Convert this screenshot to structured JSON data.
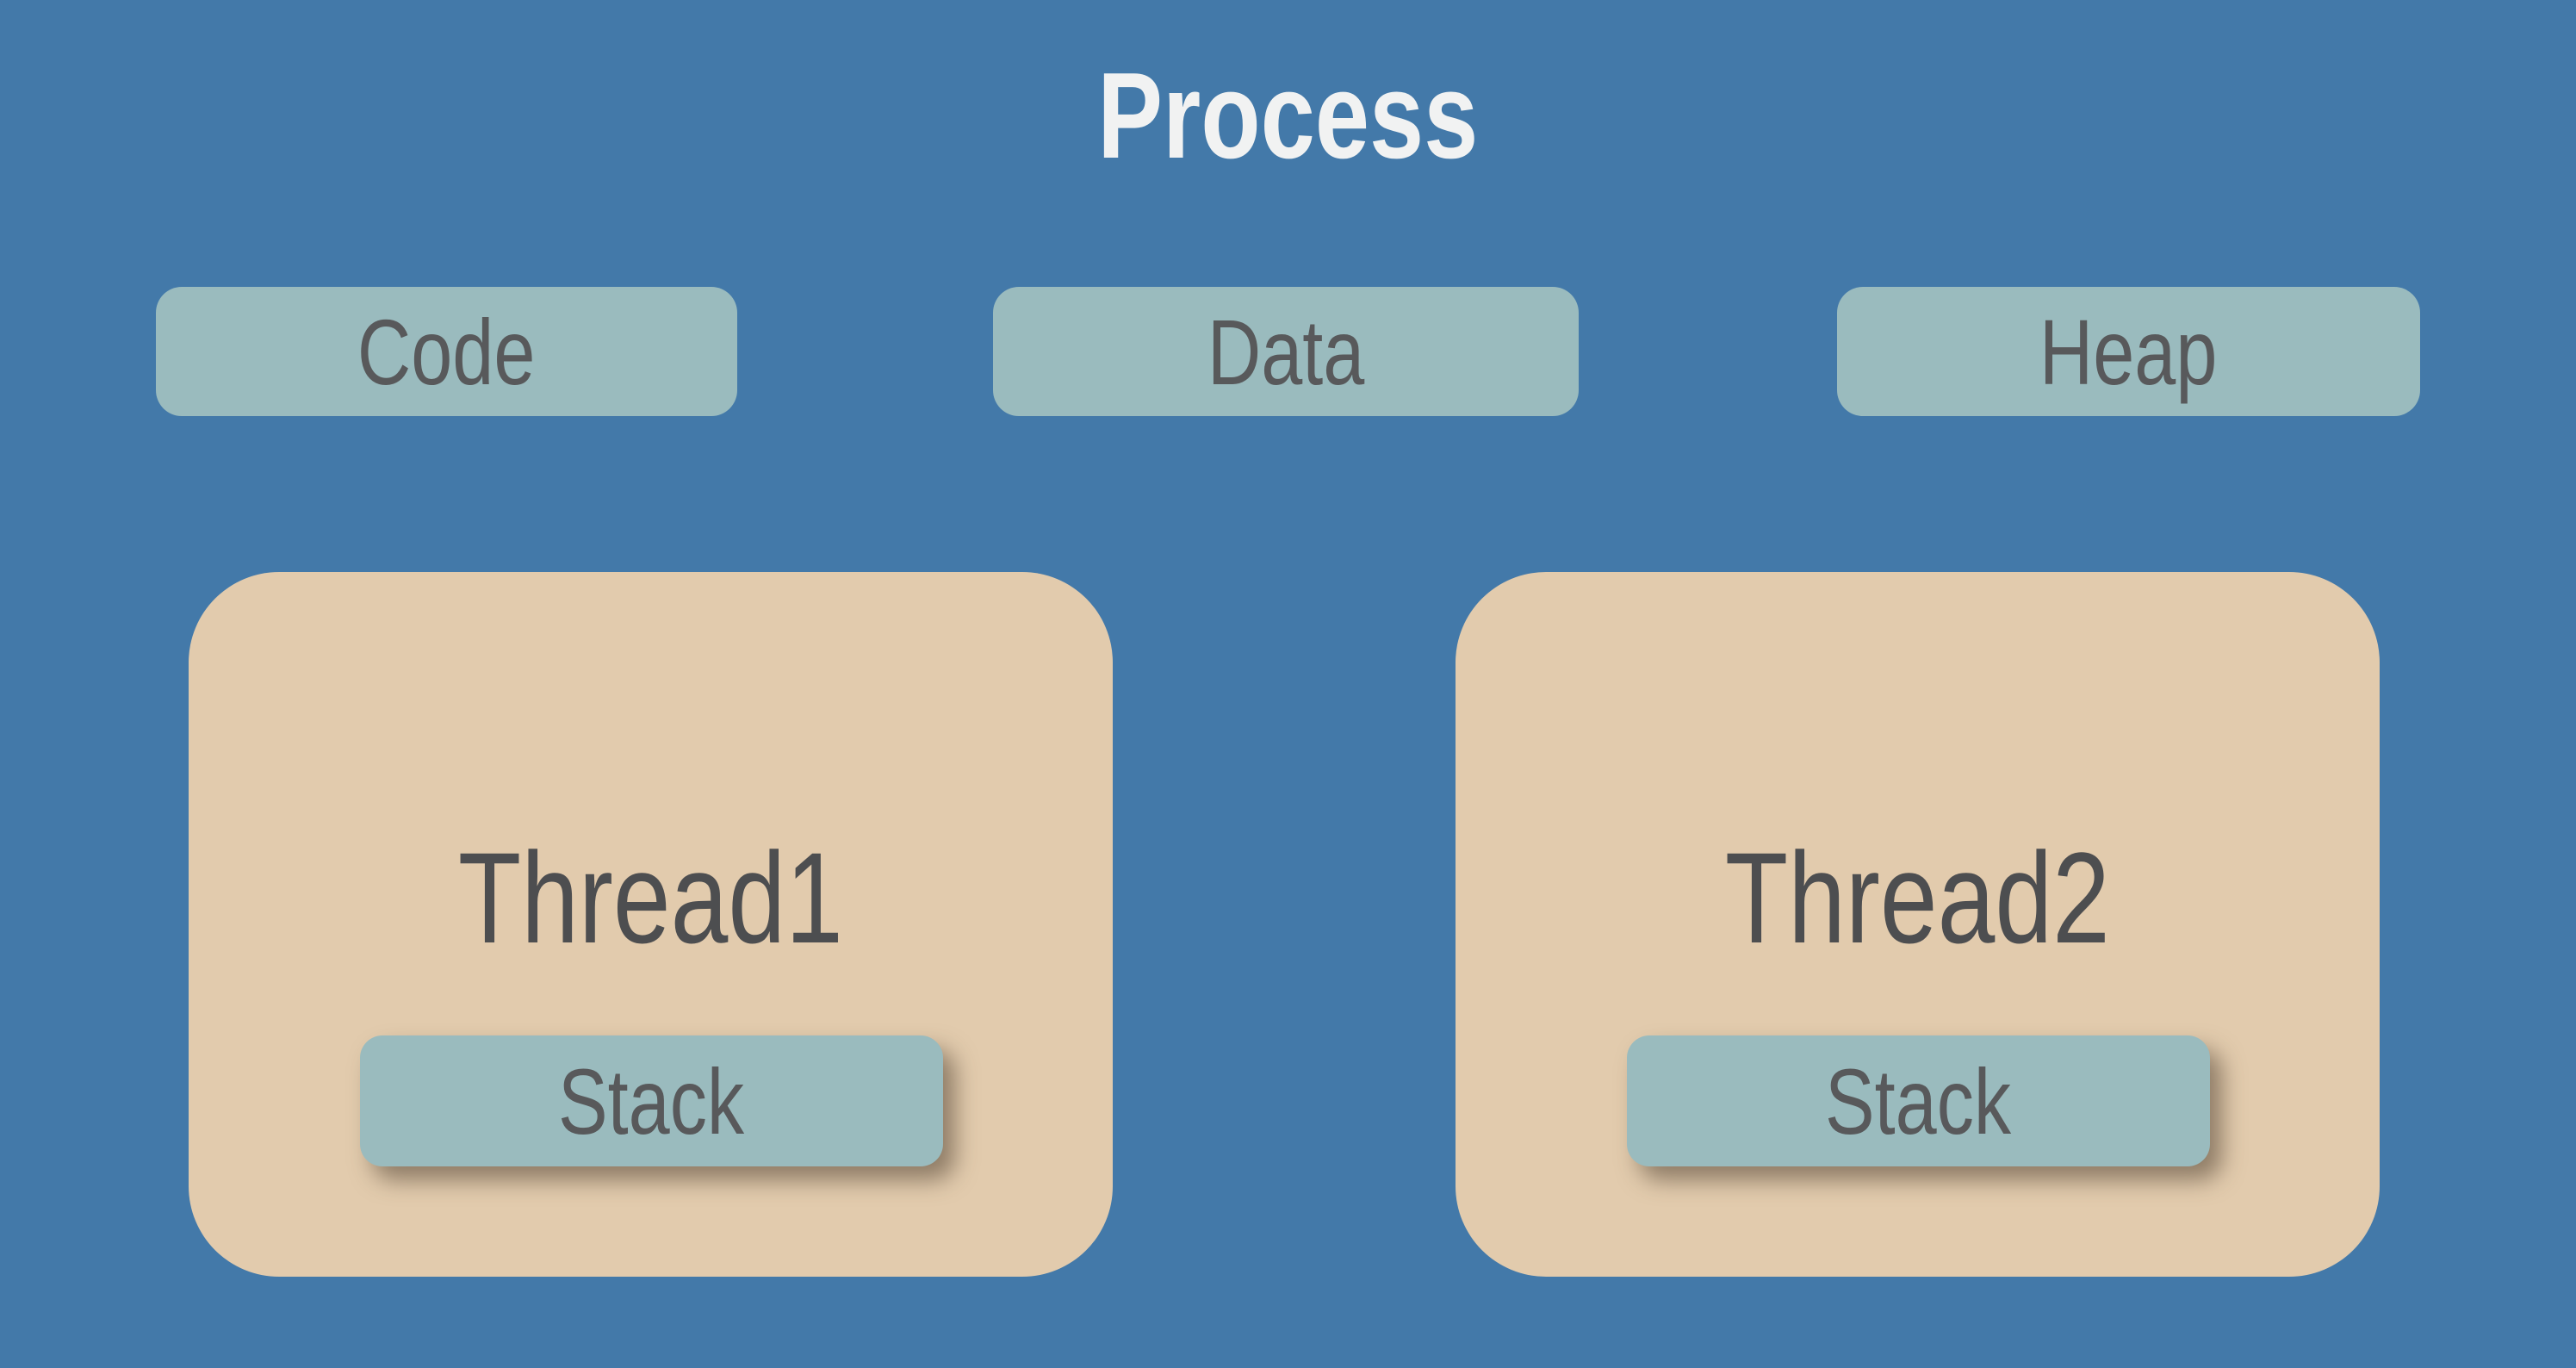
{
  "title": "Process",
  "colors": {
    "background": "#4379A9",
    "segment_box": "#9ABBBE",
    "thread_box": "#E2CBAD",
    "label_text": "#58595B",
    "thread_label_text": "#4D4E50",
    "title_text": "#F1F2F2",
    "shadow": "rgba(74,60,46,0.55)"
  },
  "segments": [
    {
      "label": "Code"
    },
    {
      "label": "Data"
    },
    {
      "label": "Heap"
    }
  ],
  "threads": [
    {
      "label": "Thread1",
      "stack_label": "Stack"
    },
    {
      "label": "Thread2",
      "stack_label": "Stack"
    }
  ]
}
